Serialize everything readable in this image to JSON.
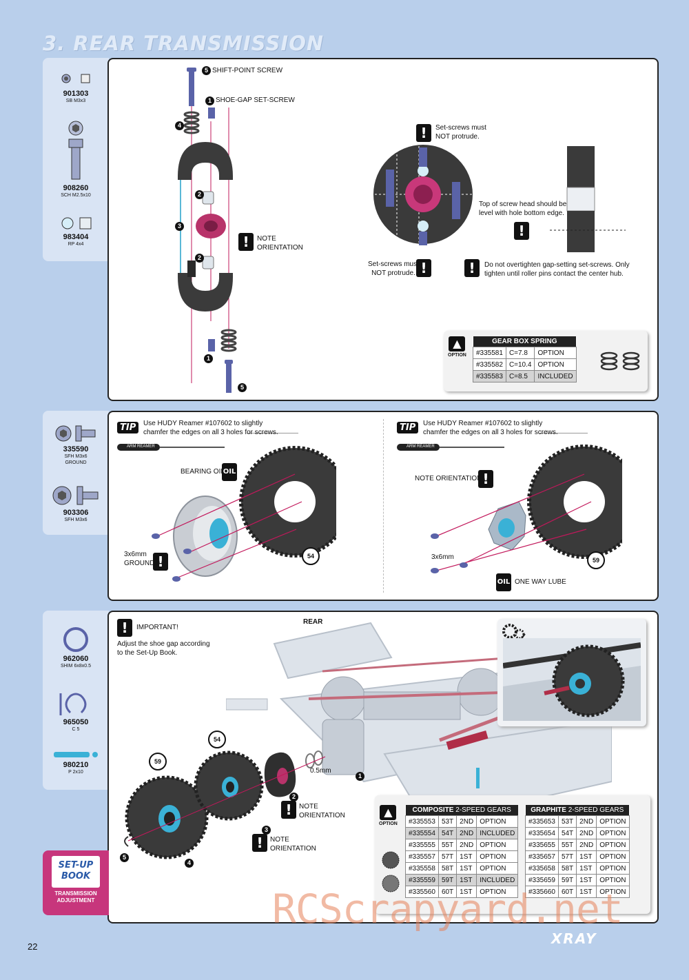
{
  "page": {
    "title": "3. REAR TRANSMISSION",
    "number": "22",
    "brand": "XRAY",
    "watermark": "RCScrapyard.net"
  },
  "parts1": [
    {
      "num": "901303",
      "desc": "SB M3x3"
    },
    {
      "num": "908260",
      "desc": "SCH M2.5x10"
    },
    {
      "num": "983404",
      "desc": "RP 4x4"
    }
  ],
  "parts2": [
    {
      "num": "335590",
      "desc1": "SFH M3x6",
      "desc2": "GROUND"
    },
    {
      "num": "903306",
      "desc1": "SFH M3x6",
      "desc2": ""
    }
  ],
  "parts3": [
    {
      "num": "962060",
      "desc": "SHIM 6x8x0.5"
    },
    {
      "num": "965050",
      "desc": "C 5"
    },
    {
      "num": "980210",
      "desc": "P 2x10"
    }
  ],
  "step1": {
    "shift_point_screw": "SHIFT-POINT SCREW",
    "shoe_gap_set_screw": "SHOE-GAP SET-SCREW",
    "note_orientation_1": "NOTE",
    "note_orientation_2": "ORIENTATION",
    "setscrews_top_1": "Set-screws must",
    "setscrews_top_2": "NOT protrude.",
    "setscrews_bottom_1": "Set-screws must",
    "setscrews_bottom_2": "NOT protrude.",
    "top_screw_1": "Top of screw head should be",
    "top_screw_2": "level with hole bottom edge.",
    "overtighten_1": "Do not overtighten gap-setting set-screws. Only",
    "overtighten_2": "tighten until roller pins contact the center hub.",
    "option_label": "OPTION",
    "spring_table": {
      "header": "GEAR BOX SPRING",
      "rows": [
        {
          "code": "#335581",
          "c": "C=7.8",
          "status": "OPTION"
        },
        {
          "code": "#335582",
          "c": "C=10.4",
          "status": "OPTION"
        },
        {
          "code": "#335583",
          "c": "C=8.5",
          "status": "INCLUDED"
        }
      ]
    }
  },
  "step2": {
    "left": {
      "tip": "TIP",
      "tip_text_1": "Use HUDY Reamer #107602 to slightly",
      "tip_text_2": "chamfer the edges on all 3 holes for screws.",
      "reamer": "ARM REAMER",
      "bearing_oil": "BEARING OIL",
      "oil": "OIL",
      "screw_1": "3x6mm",
      "screw_2": "GROUND",
      "gear": "54"
    },
    "right": {
      "tip": "TIP",
      "tip_text_1": "Use HUDY Reamer #107602 to slightly",
      "tip_text_2": "chamfer the edges on all 3 holes for screws.",
      "reamer": "ARM REAMER",
      "note_orientation": "NOTE ORIENTATION",
      "screw": "3x6mm",
      "one_way_lube": "ONE WAY LUBE",
      "oil": "OIL",
      "gear": "59"
    }
  },
  "step3": {
    "important": "IMPORTANT!",
    "important_text_1": "Adjust the shoe gap according",
    "important_text_2": "to the Set-Up Book.",
    "rear": "REAR",
    "shim": "0.5mm",
    "note1_1": "NOTE",
    "note1_2": "ORIENTATION",
    "note2_1": "NOTE",
    "note2_2": "ORIENTATION",
    "gear_a": "59",
    "gear_b": "54",
    "option_label": "OPTION",
    "composite": {
      "name": "COMPOSITE",
      "suffix": "2-SPEED GEARS",
      "rows": [
        {
          "code": "#335553",
          "t": "53T",
          "sp": "2ND",
          "status": "OPTION",
          "hl": false
        },
        {
          "code": "#335554",
          "t": "54T",
          "sp": "2ND",
          "status": "INCLUDED",
          "hl": true
        },
        {
          "code": "#335555",
          "t": "55T",
          "sp": "2ND",
          "status": "OPTION",
          "hl": false
        },
        {
          "code": "#335557",
          "t": "57T",
          "sp": "1ST",
          "status": "OPTION",
          "hl": false
        },
        {
          "code": "#335558",
          "t": "58T",
          "sp": "1ST",
          "status": "OPTION",
          "hl": false
        },
        {
          "code": "#335559",
          "t": "59T",
          "sp": "1ST",
          "status": "INCLUDED",
          "hl": true
        },
        {
          "code": "#335560",
          "t": "60T",
          "sp": "1ST",
          "status": "OPTION",
          "hl": false
        }
      ]
    },
    "graphite": {
      "name": "GRAPHITE",
      "suffix": "2-SPEED GEARS",
      "rows": [
        {
          "code": "#335653",
          "t": "53T",
          "sp": "2ND",
          "status": "OPTION"
        },
        {
          "code": "#335654",
          "t": "54T",
          "sp": "2ND",
          "status": "OPTION"
        },
        {
          "code": "#335655",
          "t": "55T",
          "sp": "2ND",
          "status": "OPTION"
        },
        {
          "code": "#335657",
          "t": "57T",
          "sp": "1ST",
          "status": "OPTION"
        },
        {
          "code": "#335658",
          "t": "58T",
          "sp": "1ST",
          "status": "OPTION"
        },
        {
          "code": "#335659",
          "t": "59T",
          "sp": "1ST",
          "status": "OPTION"
        },
        {
          "code": "#335660",
          "t": "60T",
          "sp": "1ST",
          "status": "OPTION"
        }
      ]
    }
  },
  "setup_book": {
    "line1": "SET-UP",
    "line2": "BOOK",
    "caption1": "TRANSMISSION",
    "caption2": "ADJUSTMENT"
  }
}
